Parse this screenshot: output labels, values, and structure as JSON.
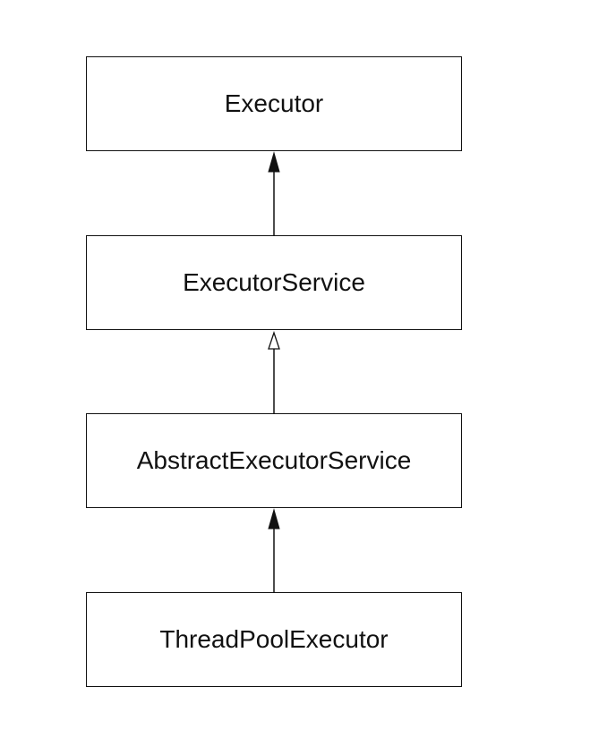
{
  "nodes": [
    {
      "id": "executor",
      "label": "Executor"
    },
    {
      "id": "executor-service",
      "label": "ExecutorService"
    },
    {
      "id": "abstract-executor-service",
      "label": "AbstractExecutorService"
    },
    {
      "id": "thread-pool-executor",
      "label": "ThreadPoolExecutor"
    }
  ],
  "edges": [
    {
      "from": "executor-service",
      "to": "executor",
      "arrowhead": "filled"
    },
    {
      "from": "abstract-executor-service",
      "to": "executor-service",
      "arrowhead": "hollow"
    },
    {
      "from": "thread-pool-executor",
      "to": "abstract-executor-service",
      "arrowhead": "filled"
    }
  ],
  "colors": {
    "stroke": "#111111",
    "background": "#ffffff"
  }
}
